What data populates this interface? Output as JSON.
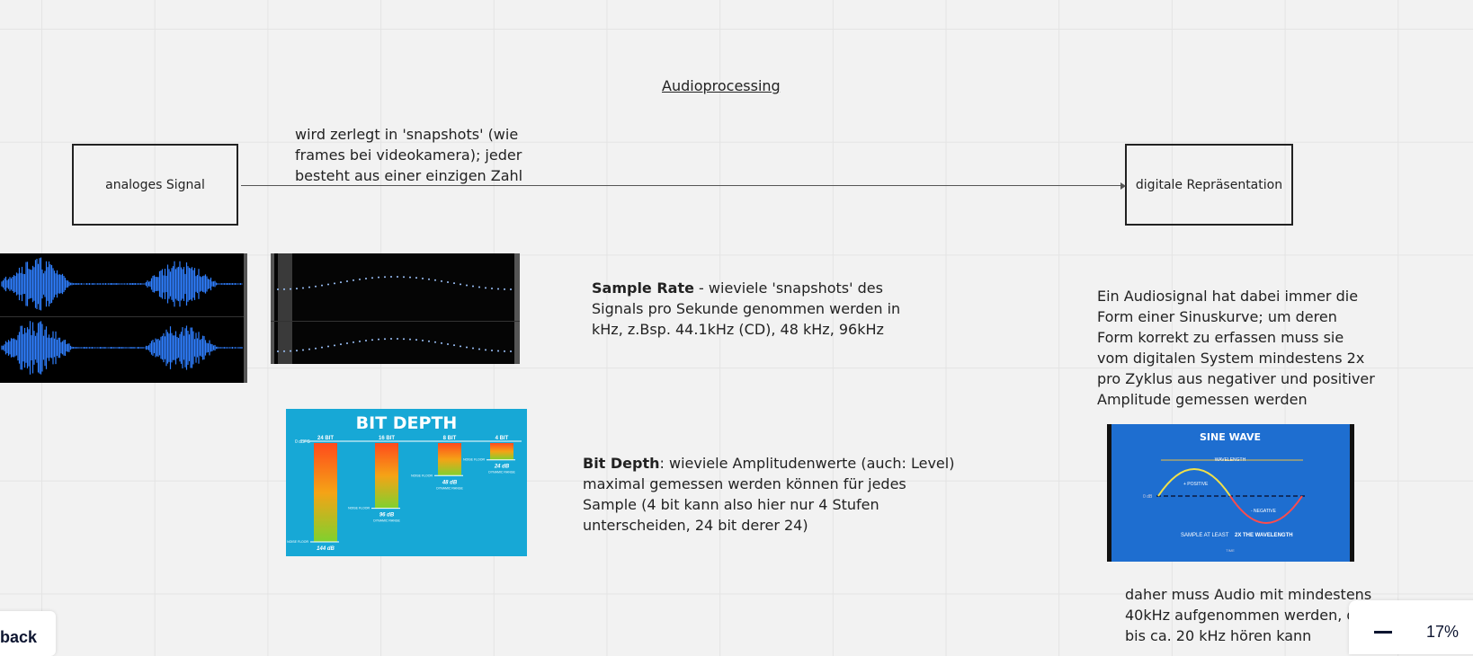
{
  "board": {
    "title": "Audioprocessing",
    "analog_box_label": "analoges Signal",
    "digital_box_label": "digitale Repräsentation",
    "arrow_note": "wird zerlegt in 'snapshots' (wie frames bei videokamera); jeder besteht aus einer einzigen Zahl",
    "sample_rate": {
      "term": "Sample Rate",
      "text": " - wieviele 'snapshots' des Signals pro Sekunde genommen werden in kHz, z.Bsp. 44.1kHz (CD), 48 kHz, 96kHz"
    },
    "bit_depth": {
      "term": "Bit Depth",
      "text": ": wieviele Amplitudenwerte (auch: Level) maximal gemessen werden können für jedes Sample (4 bit kann also hier nur 4 Stufen unterscheiden, 24 bit derer 24)"
    },
    "sine_note": "Ein Audiosignal hat dabei immer die Form einer Sinuskurve; um deren Form korrekt zu erfassen muss sie vom digitalen System mindestens 2x pro Zyklus aus negativer und positiver Amplitude gemessen werden",
    "nyquist_note": "daher muss Audio mit mindestens 40kHz aufgenommen werden, da der M bis ca. 20 kHz hören kann"
  },
  "images": {
    "bit_depth": {
      "title": "BIT DEPTH",
      "bars": [
        {
          "label": "24 BIT",
          "range": "144 dB",
          "level": 1.0
        },
        {
          "label": "16 BIT",
          "range": "96 dB",
          "sub": "DYNAMIC RANGE",
          "level": 0.66
        },
        {
          "label": "8 BIT",
          "range": "48 dB",
          "sub": "DYNAMIC RANGE",
          "level": 0.33
        },
        {
          "label": "4 BIT",
          "range": "24 dB",
          "sub": "DYNAMIC RANGE",
          "level": 0.17
        }
      ],
      "top_label": "0 dBFS",
      "noise_label": "NOISE FLOOR"
    },
    "sine_wave": {
      "title": "SINE WAVE",
      "wavelength_label": "WAVELENGTH",
      "positive_label": "+ POSITIVE",
      "negative_label": "- NEGATIVE",
      "zero_label": "0 dB",
      "caption_prefix": "SAMPLE AT LEAST",
      "caption_bold": "2X THE WAVELENGTH",
      "footer": "TIME"
    }
  },
  "ui": {
    "back_label": "back",
    "zoom_value": "17%"
  },
  "colors": {
    "waveform": "#2f7fff",
    "bit_bg": "#17a8d6",
    "sine_bg": "#1e6ed0"
  }
}
